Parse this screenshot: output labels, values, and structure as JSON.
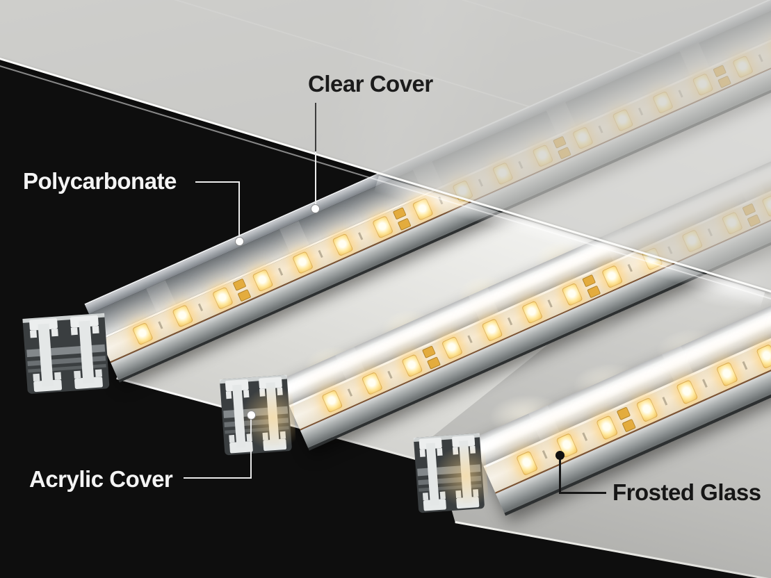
{
  "scene": {
    "description": "Cutaway illustration of LED aluminium profile light bars with four different diffuser cover materials, labelled with callout lines",
    "background_color": "#0e0e0e",
    "labels": [
      {
        "id": "clear-cover",
        "text": "Clear Cover",
        "text_color": "#1b1b1b",
        "line_color_upper": "#3c3c3c",
        "line_color_lower": "#ededed",
        "dot_color": "#ffffff"
      },
      {
        "id": "polycarbonate",
        "text": "Polycarbonate",
        "text_color": "#f4f4f4",
        "line_color": "#ededed",
        "dot_color": "#ffffff"
      },
      {
        "id": "acrylic-cover",
        "text": "Acrylic Cover",
        "text_color": "#f4f4f4",
        "line_color": "#e9e9e9",
        "dot_color": "#ffffff"
      },
      {
        "id": "frosted-glass",
        "text": "Frosted Glass",
        "text_color": "#161616",
        "line_color": "#161616",
        "dot_color": "#101010"
      }
    ],
    "strips": [
      {
        "name": "polycarbonate-cover-strip",
        "cover": "smoke",
        "leds": 17
      },
      {
        "name": "acrylic-cover-strip",
        "cover": "milky",
        "leds": 12
      },
      {
        "name": "frosted-glass-strip",
        "cover": "milky",
        "leds": 8
      }
    ],
    "colors": {
      "led_warm": "#ffe9a8",
      "led_glow": "#ffc96b",
      "solder_pad": "#e2ab3c",
      "pcb": "#f5f1e7",
      "aluminum": "#a7acac",
      "smoke_cover": "#9aa0a4",
      "milky_cover": "#ffffff",
      "clear_sheet_gray": "#c8c8c5",
      "frosted_gray": "#c0c0bd",
      "acrylic_white": "#f2f2ef",
      "background": "#0e0e0e"
    }
  }
}
